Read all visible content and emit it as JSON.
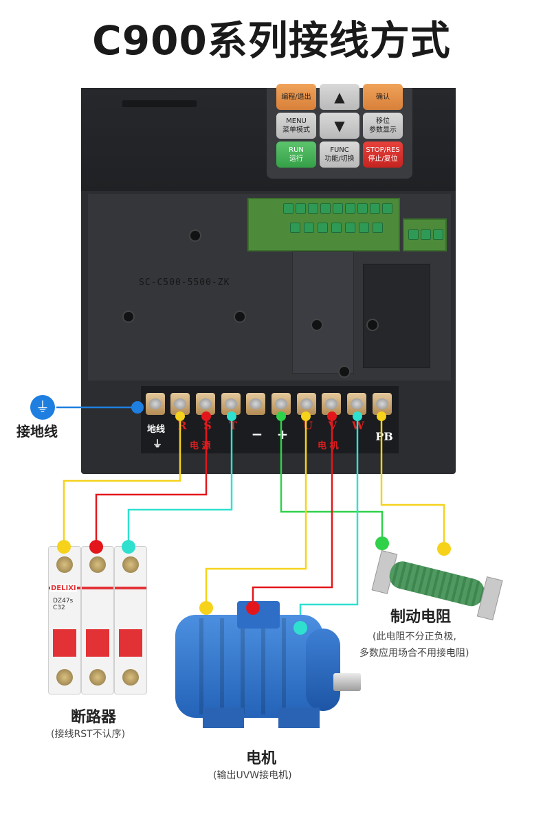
{
  "title": "C900系列接线方式",
  "keypad": {
    "keys": [
      {
        "label": "编程/退出",
        "style": "orange"
      },
      {
        "label": "▲",
        "style": "grey"
      },
      {
        "label": "确认",
        "style": "orange"
      },
      {
        "label": "MENU\n菜单模式",
        "style": "grey"
      },
      {
        "label": "▼",
        "style": "grey"
      },
      {
        "label": "移位\n参数显示",
        "style": "grey"
      },
      {
        "label": "RUN\n运行",
        "style": "green"
      },
      {
        "label": "FUNC\n功能/切换",
        "style": "grey"
      },
      {
        "label": "STOP/RES\n停止/复位",
        "style": "red"
      }
    ]
  },
  "model_text": "SC-C500-5500-ZK",
  "terminals": {
    "labels": [
      "R",
      "S",
      "T",
      "−",
      "+",
      "U",
      "V",
      "W",
      "PB"
    ],
    "ground_label": "地线",
    "power_label": "电 源",
    "motor_label": "电 机"
  },
  "ground": {
    "label": "接地线",
    "icon": "earth-ground-icon"
  },
  "breaker": {
    "title": "断路器",
    "note": "(接线RST不认序)",
    "brand": "DELIXI",
    "rating": "DZ47s\nC32"
  },
  "motor": {
    "title": "电机",
    "note": "(输出UVW接电机)"
  },
  "resistor": {
    "title": "制动电阻",
    "note_line1": "(此电阻不分正负极,",
    "note_line2": "多数应用场合不用接电阻)"
  },
  "colors": {
    "yellow": "#f6d21b",
    "red": "#e3171b",
    "cyan": "#2fe0cf",
    "green": "#2fd14a",
    "ground_blue": "#1e7fe0"
  }
}
